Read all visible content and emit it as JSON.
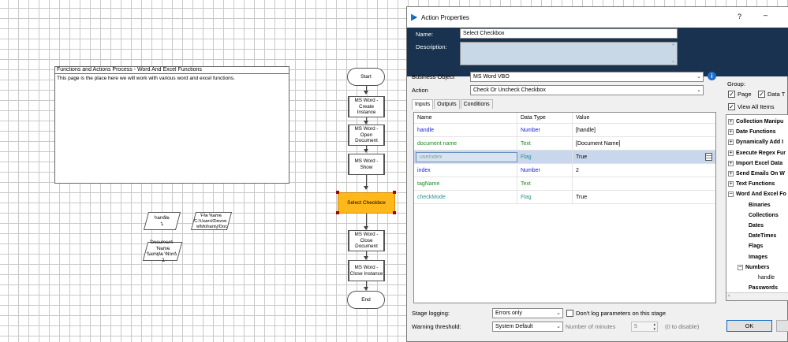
{
  "canvas": {
    "note_title": "Functions and Actions Process - Word And Excel Functions",
    "note_body": "This page is the place here we will work with various word and excel functions.",
    "start": "Start",
    "steps": [
      "MS Word - Create Instance",
      "MS Word - Open Document",
      "MS Word - Show"
    ],
    "selected_step": "Select Checkbox",
    "after_steps": [
      "MS Word - Close Document",
      "MS Word - Close Instance"
    ],
    "end": "End",
    "data_items": [
      {
        "name": "handle",
        "value": "1"
      },
      {
        "name": "File Name",
        "value": "C:\\Users\\Devne etMohanty\\Doc"
      },
      {
        "name": "Document Name",
        "value": "Sample Word 2"
      }
    ]
  },
  "dialog": {
    "title": "Action Properties",
    "title_help": "?",
    "title_min": "–",
    "name_label": "Name:",
    "name_value": "Select Checkbox",
    "description_label": "Description:",
    "business_object_label": "Business Object",
    "business_object_value": "MS Word VBO",
    "action_label": "Action",
    "action_value": "Check Or Uncheck Checkbox",
    "tabs": [
      "Inputs",
      "Outputs",
      "Conditions"
    ],
    "columns": [
      "Name",
      "Data Type",
      "Value"
    ],
    "rows": [
      {
        "name": "handle",
        "type": "Number",
        "value": "[handle]",
        "color": "#1a1ad6"
      },
      {
        "name": "document name",
        "type": "Text",
        "value": "[Document Name]",
        "color": "#1e8a1e"
      },
      {
        "name": "useIndex",
        "type": "Flag",
        "value": "True",
        "color": "#2a8f8f"
      },
      {
        "name": "index",
        "type": "Number",
        "value": "2",
        "color": "#1a1ad6"
      },
      {
        "name": "tagName",
        "type": "Text",
        "value": "",
        "color": "#1e8a1e"
      },
      {
        "name": "checkMode",
        "type": "Flag",
        "value": "True",
        "color": "#2a8f8f"
      }
    ],
    "group_label": "Group:",
    "page_check": "Page",
    "data_check": "Data T",
    "view_all": "View All Items",
    "tree": [
      "Collection Manipu",
      "Date Functions",
      "Dynamically Add I",
      "Execute Regex Fur",
      "Import Excel Data",
      "Send Emails On W",
      "Text Functions",
      "Word And Excel Fo"
    ],
    "tree_children": [
      "Binaries",
      "Collections",
      "Dates",
      "DateTimes",
      "Flags",
      "Images",
      "Numbers",
      "Passwords"
    ],
    "tree_grandchild": "handle",
    "stage_logging_label": "Stage logging:",
    "stage_logging_value": "Errors only",
    "dont_log_label": "Don't log parameters on this stage",
    "warning_label": "Warning threshold:",
    "warning_value": "System Default",
    "minutes_label": "Number of minutes",
    "minutes_value": "5",
    "disable_hint": "(0 to disable)",
    "ok": "OK"
  }
}
